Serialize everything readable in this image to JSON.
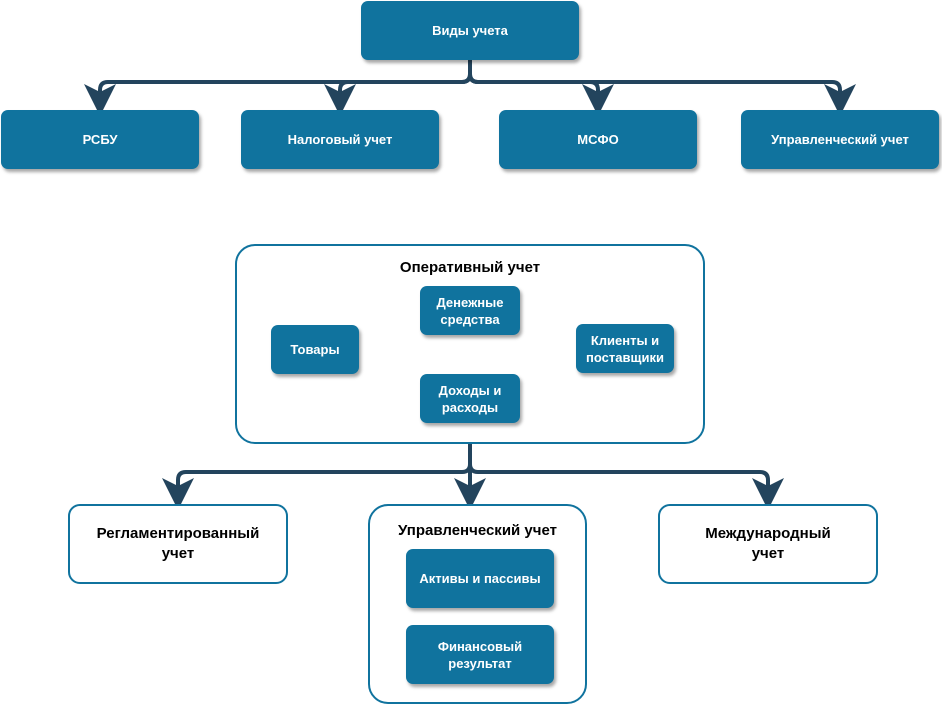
{
  "top": {
    "root": "Виды учета",
    "children": [
      "РСБУ",
      "Налоговый учет",
      "МСФО",
      "Управленческий учет"
    ]
  },
  "operational": {
    "title": "Оперативный учет",
    "items": {
      "goods": "Товары",
      "money": "Денежные средства",
      "clients": "Клиенты и поставщики",
      "income": "Доходы и расходы"
    }
  },
  "bottom": {
    "regulated": "Регламентированный учет",
    "management": {
      "title": "Управленческий учет",
      "items": [
        "Активы и пассивы",
        "Финансовый результат"
      ]
    },
    "international": "Международный учет"
  },
  "colors": {
    "box_fill": "#10739e",
    "connector": "#23445d",
    "border": "#10739e"
  }
}
